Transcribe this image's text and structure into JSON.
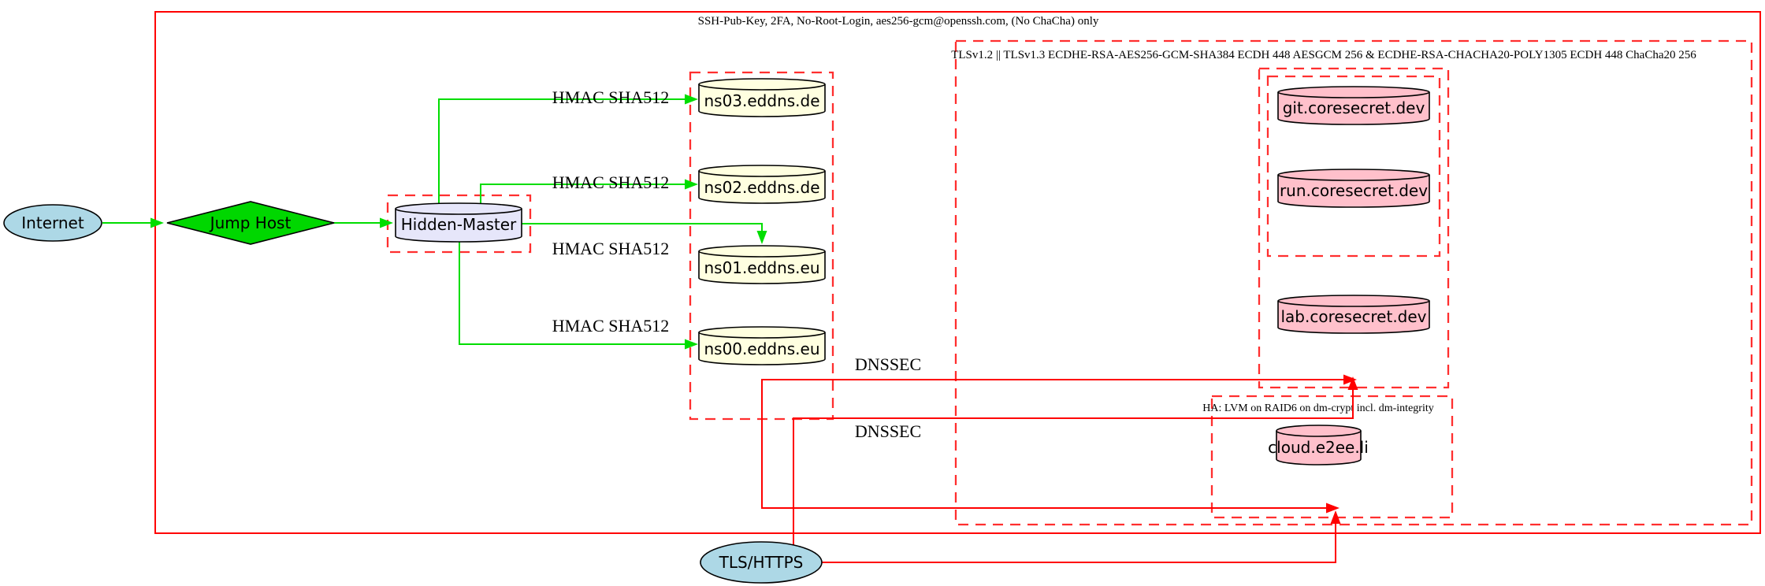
{
  "diagram": {
    "cluster_labels": {
      "ssh": "SSH-Pub-Key, 2FA, No-Root-Login, aes256-gcm@openssh.com, (No ChaCha) only",
      "tls": "TLSv1.2 || TLSv1.3 ECDHE-RSA-AES256-GCM-SHA384 ECDH 448 AESGCM 256 & ECDHE-RSA-CHACHA20-POLY1305 ECDH 448 ChaCha20 256",
      "ha": "HA: LVM on RAID6 on dm-crypt incl. dm-integrity"
    },
    "nodes": {
      "internet": "Internet",
      "jump_host": "Jump Host",
      "hidden_master": "Hidden-Master",
      "ns03": "ns03.eddns.de",
      "ns02": "ns02.eddns.de",
      "ns01": "ns01.eddns.eu",
      "ns00": "ns00.eddns.eu",
      "git": "git.coresecret.dev",
      "run": "run.coresecret.dev",
      "lab": "lab.coresecret.dev",
      "cloud": "cloud.e2ee.li",
      "tls_https": "TLS/HTTPS"
    },
    "edge_labels": {
      "hmac_ns03": "HMAC SHA512",
      "hmac_ns02": "HMAC SHA512",
      "hmac_ns01": "HMAC SHA512",
      "hmac_ns00": "HMAC SHA512",
      "dnssec_1": "DNSSEC",
      "dnssec_2": "DNSSEC"
    },
    "colors": {
      "green_edge": "#00dd00",
      "red": "#ff0000",
      "dashed_red": "#ff2f2f",
      "internet_fill": "#add8e6",
      "jump_fill": "#00d700",
      "master_fill": "#e6e6fa",
      "dns_fill": "#ffffe0",
      "service_fill": "#ffc0cb"
    }
  }
}
